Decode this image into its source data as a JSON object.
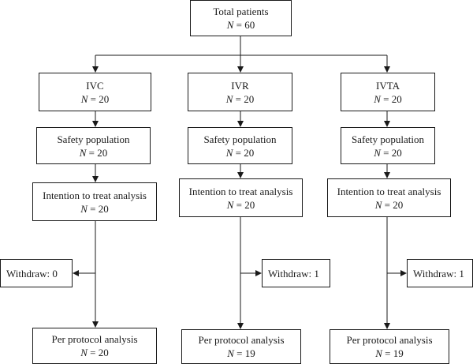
{
  "total": {
    "label": "Total patients",
    "n": "60"
  },
  "n_prefix": "N",
  "n_equals": " = ",
  "groups": [
    {
      "name": "IVC",
      "n": "20",
      "safety": {
        "label": "Safety population",
        "n": "20"
      },
      "itt": {
        "label": "Intention to treat analysis",
        "n": "20"
      },
      "withdraw": "Withdraw: 0",
      "pp": {
        "label": "Per protocol analysis",
        "n": "20"
      }
    },
    {
      "name": "IVR",
      "n": "20",
      "safety": {
        "label": "Safety population",
        "n": "20"
      },
      "itt": {
        "label": "Intention to treat analysis",
        "n": "20"
      },
      "withdraw": "Withdraw: 1",
      "pp": {
        "label": "Per protocol analysis",
        "n": "19"
      }
    },
    {
      "name": "IVTA",
      "n": "20",
      "safety": {
        "label": "Safety population",
        "n": "20"
      },
      "itt": {
        "label": "Intention to treat analysis",
        "n": "20"
      },
      "withdraw": "Withdraw: 1",
      "pp": {
        "label": "Per protocol analysis",
        "n": "19"
      }
    }
  ]
}
